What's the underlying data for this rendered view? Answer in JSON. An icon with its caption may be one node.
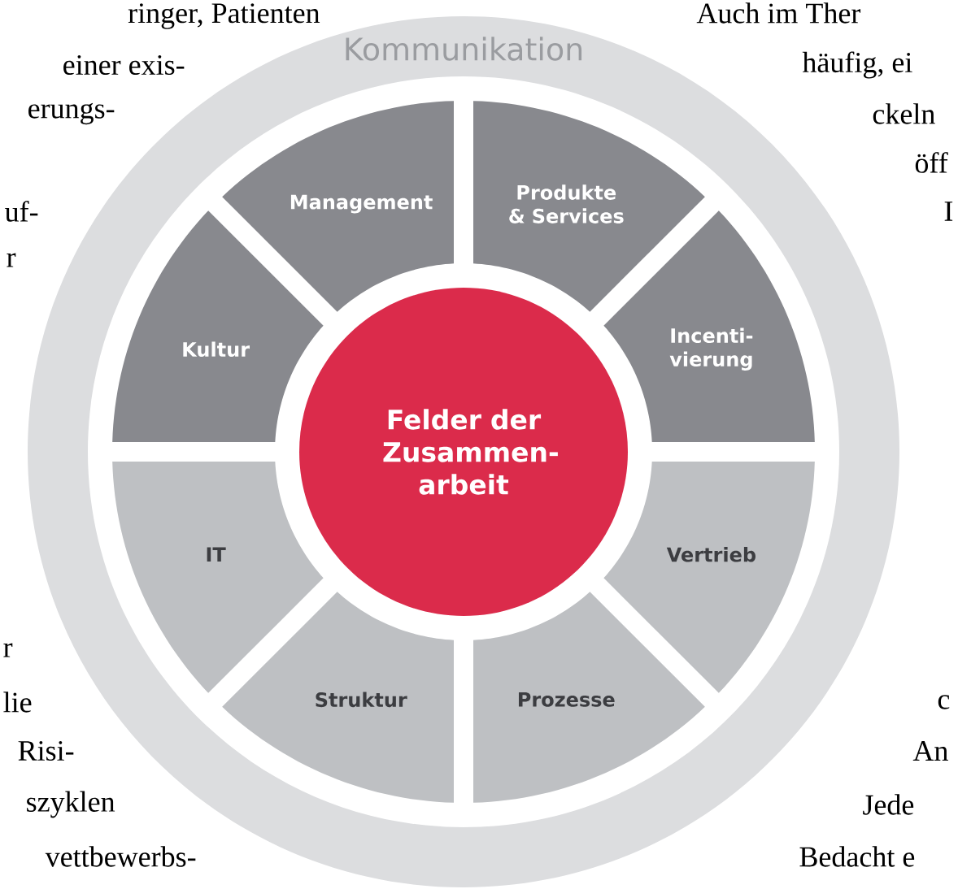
{
  "diagram": {
    "nodes": [
      {
        "text": [
          "Kommunikation"
        ]
      },
      {
        "text": [
          "Management"
        ],
        "in": 0
      },
      {
        "text": [
          "Produkte & Services"
        ],
        "in": 0
      },
      {
        "text": [
          "Kultur"
        ],
        "in": 0
      },
      {
        "text": [
          "Incenti-vierung"
        ],
        "in": 0
      },
      {
        "text": [
          "Felder der Zusammen-arbeit"
        ],
        "in": 0
      },
      {
        "text": [
          "IT"
        ],
        "in": 0
      },
      {
        "text": [
          "Vertrieb"
        ],
        "in": 0
      },
      {
        "text": [
          "Struktur"
        ],
        "in": 0
      },
      {
        "text": [
          "Prozesse"
        ],
        "in": 0
      }
    ],
    "labels": [
      "ringer, Patienten",
      "Auch im Ther",
      "einer exis-",
      "häufig, ei",
      "erungs-",
      "ckeln",
      "öff",
      "uf-",
      "I",
      "r",
      "r",
      "lie",
      "c",
      "Risi-",
      "An",
      "szyklen",
      "Jede",
      "vettbewerbs-",
      "Bedacht e"
    ]
  }
}
